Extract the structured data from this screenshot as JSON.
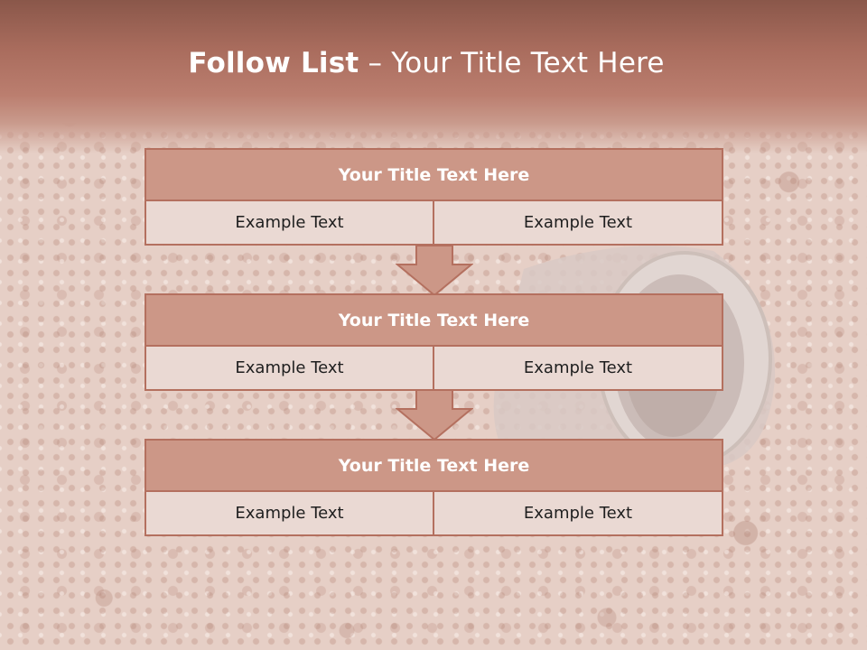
{
  "slide": {
    "title_bold": "Follow List",
    "title_rest": "– Your Title Text Here"
  },
  "blocks": [
    {
      "title": "Your Title Text Here",
      "left": "Example Text",
      "right": "Example Text"
    },
    {
      "title": "Your Title Text Here",
      "left": "Example Text",
      "right": "Example Text"
    },
    {
      "title": "Your Title Text Here",
      "left": "Example Text",
      "right": "Example Text"
    }
  ],
  "colors": {
    "header_fill": "#cc9787",
    "cell_fill": "#ead9d3",
    "border": "#b4705f",
    "arrow_fill": "#cc9787",
    "title_band": "#a96c5d"
  },
  "icons": {
    "arrow": "down-arrow-icon"
  }
}
